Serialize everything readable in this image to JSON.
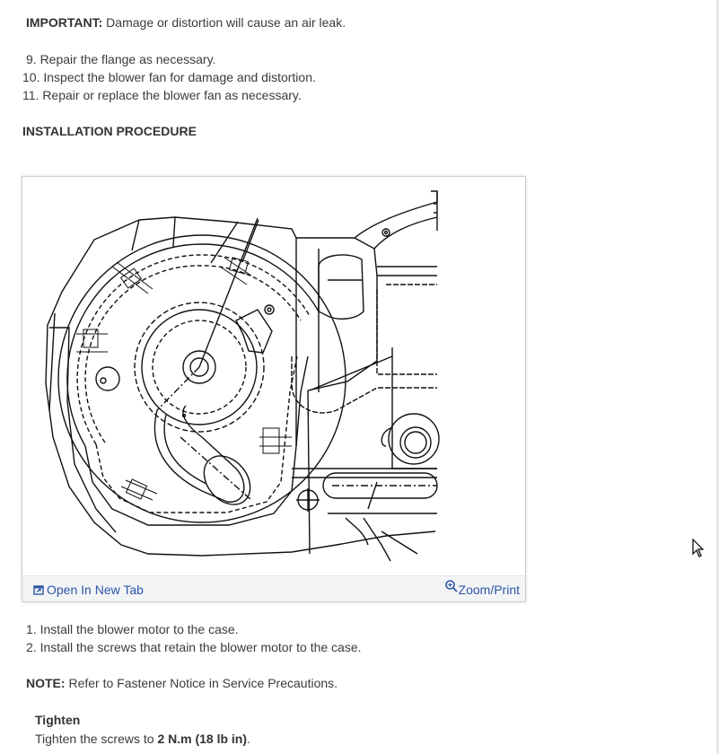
{
  "important": {
    "label": "IMPORTANT:",
    "text": " Damage or distortion will cause an air leak."
  },
  "removal_steps": [
    "9. Repair the flange as necessary.",
    "10. Inspect the blower fan for damage and distortion.",
    "11. Repair or replace the blower fan as necessary."
  ],
  "section_heading": "INSTALLATION PROCEDURE",
  "figure": {
    "open_new_tab": "Open In New Tab",
    "zoom_print": "Zoom/Print"
  },
  "install_steps": [
    "1. Install the blower motor to the case.",
    "2. Install the screws that retain the blower motor to the case."
  ],
  "note": {
    "label": "NOTE:",
    "text": " Refer to Fastener Notice in Service Precautions."
  },
  "tighten": {
    "heading": "Tighten",
    "prefix": "Tighten the screws to ",
    "value": "2 N.m (18 lb in)",
    "suffix": "."
  }
}
